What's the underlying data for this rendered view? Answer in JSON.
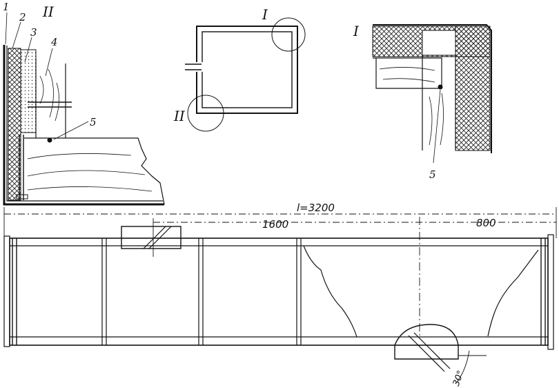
{
  "detail_ii": {
    "roman_label": "II",
    "callouts": [
      "1",
      "2",
      "3",
      "4",
      "5"
    ]
  },
  "frame_view": {
    "detail_marks": [
      "I",
      "II"
    ]
  },
  "detail_i": {
    "roman_label": "I",
    "callout": "5"
  },
  "elevation": {
    "dim_total": "l=3200",
    "dim_half": "1600",
    "dim_end": "800",
    "angle": "30°"
  }
}
